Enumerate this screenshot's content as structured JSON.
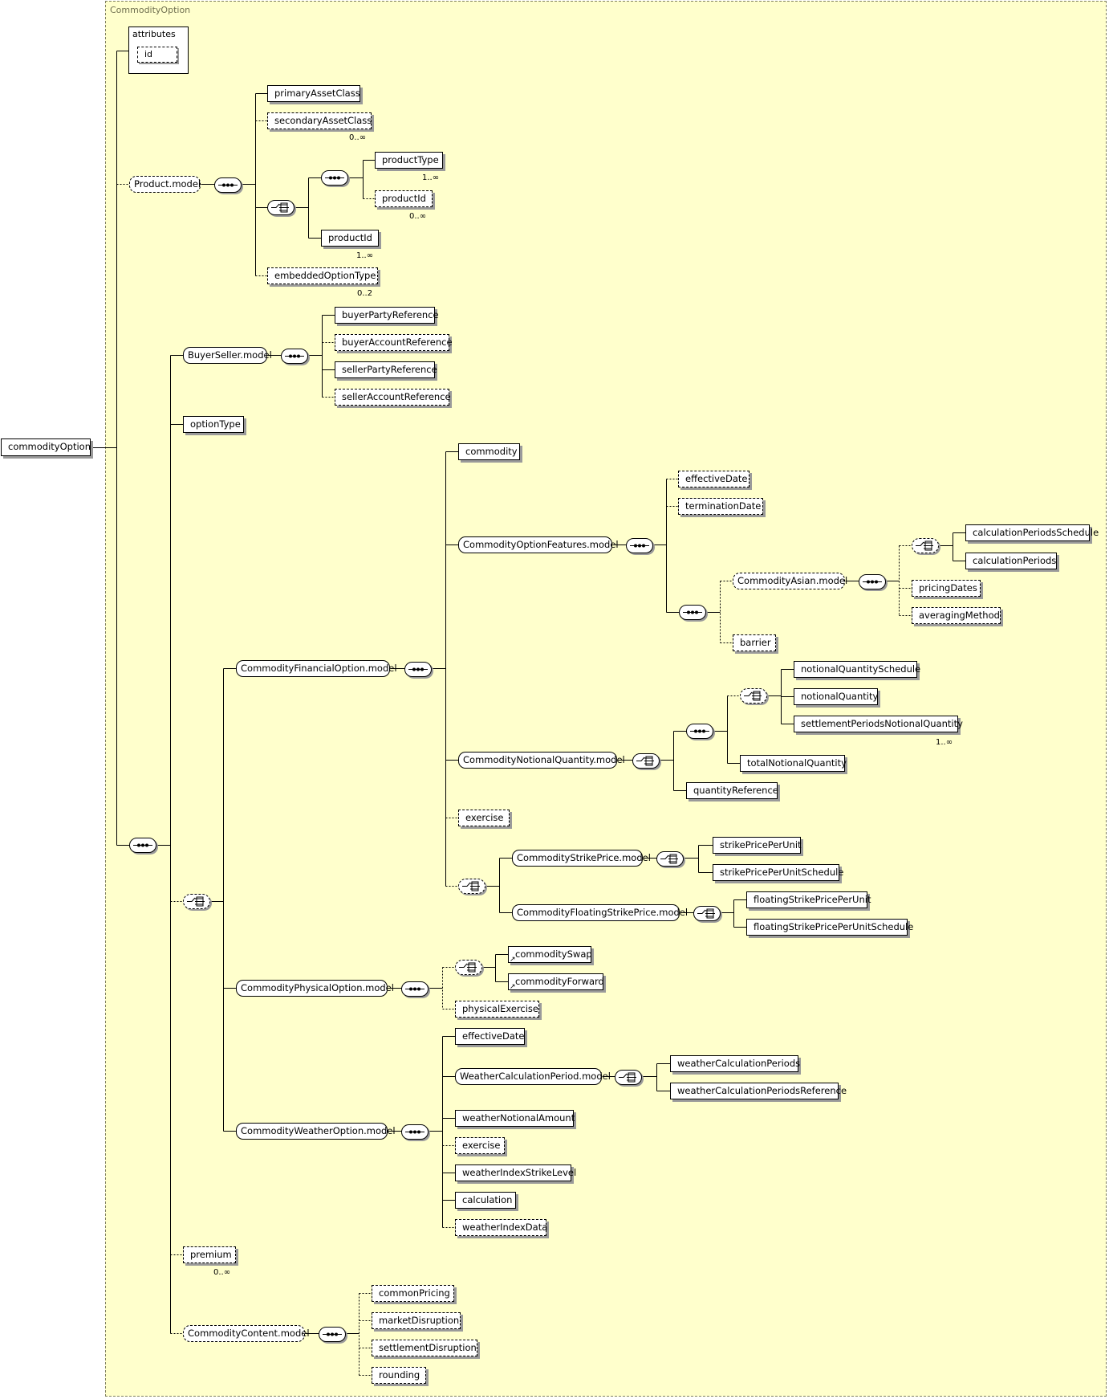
{
  "diagram": {
    "outer_label": "CommodityOption",
    "root": "commodityOption",
    "attributes": {
      "title": "attributes",
      "id": "id"
    },
    "cards": {
      "secondaryAssetClass": "0..∞",
      "productType": "1..∞",
      "productId_opt": "0..∞",
      "productId_req": "1..∞",
      "embeddedOptionType": "0..2",
      "settlementPeriodsNotionalQuantity": "1..∞",
      "premium": "0..∞"
    },
    "colors": {
      "background": "#ffffcc",
      "line": "#000000",
      "outer_border": "#7f7f5f"
    },
    "nodes": {
      "primaryAssetClass": "primaryAssetClass",
      "secondaryAssetClass": "secondaryAssetClass",
      "productModel": "Product.model",
      "productType": "productType",
      "productId_opt": "productId",
      "productId_req": "productId",
      "embeddedOptionType": "embeddedOptionType",
      "buyerSellerModel": "BuyerSeller.model",
      "buyerPartyReference": "buyerPartyReference",
      "buyerAccountReference": "buyerAccountReference",
      "sellerPartyReference": "sellerPartyReference",
      "sellerAccountReference": "sellerAccountReference",
      "optionType": "optionType",
      "commodity": "commodity",
      "commodityOptionFeaturesModel": "CommodityOptionFeatures.model",
      "effectiveDate1": "effectiveDate",
      "terminationDate": "terminationDate",
      "calculationPeriodsSchedule": "calculationPeriodsSchedule",
      "calculationPeriods": "calculationPeriods",
      "commodityAsianModel": "CommodityAsian.model",
      "pricingDates": "pricingDates",
      "averagingMethod": "averagingMethod",
      "barrier": "barrier",
      "commodityFinancialOptionModel": "CommodityFinancialOption.model",
      "notionalQuantitySchedule": "notionalQuantitySchedule",
      "notionalQuantity": "notionalQuantity",
      "settlementPeriodsNotionalQuantity": "settlementPeriodsNotionalQuantity",
      "commodityNotionalQuantityModel": "CommodityNotionalQuantity.model",
      "totalNotionalQuantity": "totalNotionalQuantity",
      "quantityReference": "quantityReference",
      "exercise1": "exercise",
      "commodityStrikePriceModel": "CommodityStrikePrice.model",
      "strikePricePerUnit": "strikePricePerUnit",
      "strikePricePerUnitSchedule": "strikePricePerUnitSchedule",
      "commodityFloatingStrikePriceModel": "CommodityFloatingStrikePrice.model",
      "floatingStrikePricePerUnit": "floatingStrikePricePerUnit",
      "floatingStrikePricePerUnitSchedule": "floatingStrikePricePerUnitSchedule",
      "commodityPhysicalOptionModel": "CommodityPhysicalOption.model",
      "commoditySwap": "commoditySwap",
      "commodityForward": "commodityForward",
      "physicalExercise": "physicalExercise",
      "effectiveDate2": "effectiveDate",
      "weatherCalculationPeriodModel": "WeatherCalculationPeriod.model",
      "weatherCalculationPeriods": "weatherCalculationPeriods",
      "weatherCalculationPeriodsReference": "weatherCalculationPeriodsReference",
      "commodityWeatherOptionModel": "CommodityWeatherOption.model",
      "weatherNotionalAmount": "weatherNotionalAmount",
      "exercise2": "exercise",
      "weatherIndexStrikeLevel": "weatherIndexStrikeLevel",
      "calculation": "calculation",
      "weatherIndexData": "weatherIndexData",
      "premium": "premium",
      "commodityContentModel": "CommodityContent.model",
      "commonPricing": "commonPricing",
      "marketDisruption": "marketDisruption",
      "settlementDisruption": "settlementDisruption",
      "rounding": "rounding"
    }
  }
}
